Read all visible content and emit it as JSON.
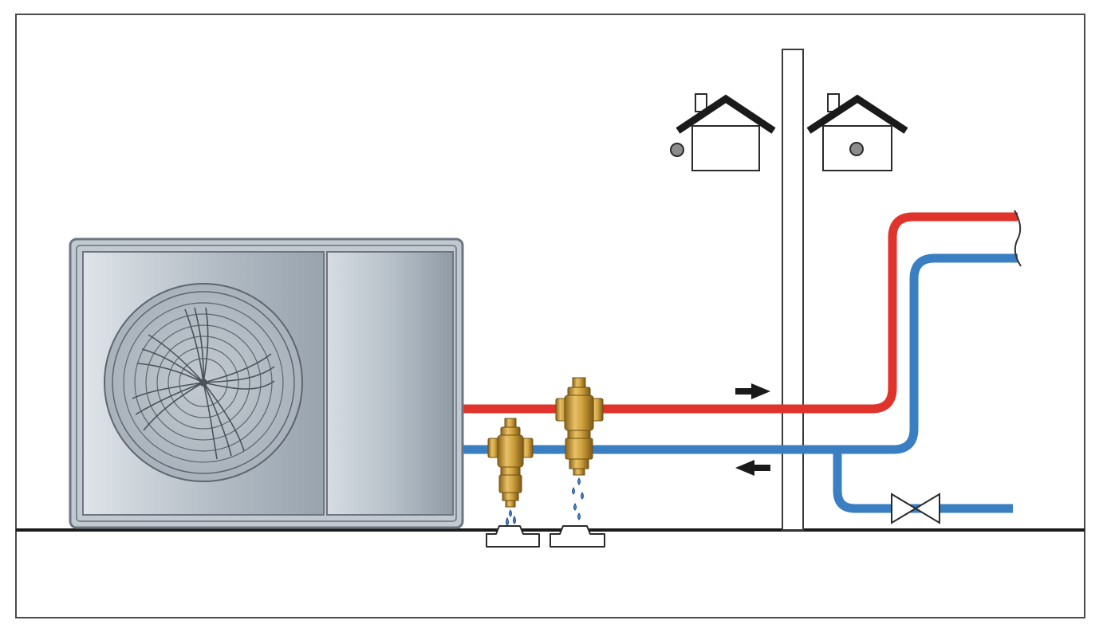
{
  "diagram": {
    "colors": {
      "supply_pipe": "#e0332b",
      "return_pipe": "#3a7fc1",
      "outline": "#333333",
      "valve_brass": "#c9962f",
      "unit_body": "#aeb6bf",
      "water_drop": "#4b8fd6"
    },
    "components": [
      "heat-pump-outdoor-unit",
      "supply-pipe",
      "return-pipe",
      "anti-freeze-valve-1",
      "anti-freeze-valve-2",
      "drain-tray-1",
      "drain-tray-2",
      "building-wall",
      "house-icon-outside",
      "house-icon-inside",
      "flow-arrow-to-building",
      "flow-arrow-to-unit",
      "gate-valve",
      "ground-line"
    ]
  }
}
